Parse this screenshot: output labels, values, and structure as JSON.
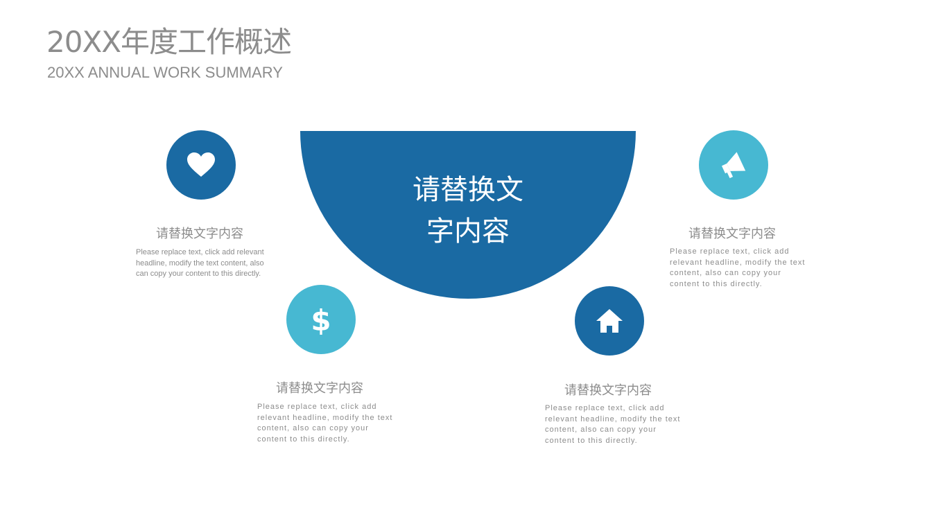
{
  "header": {
    "title": "20XX年度工作概述",
    "subtitle": "20XX ANNUAL WORK SUMMARY"
  },
  "center": {
    "line1": "请替换文",
    "line2": "字内容"
  },
  "items": [
    {
      "icon": "heart-icon",
      "title": "请替换文字内容",
      "body": "Please replace text, click add relevant headline, modify the text content, also can copy your content to this directly."
    },
    {
      "icon": "dollar-icon",
      "title": "请替换文字内容",
      "body": "Please replace text, click add relevant headline, modify the text content, also can copy your content to this directly."
    },
    {
      "icon": "home-icon",
      "title": "请替换文字内容",
      "body": "Please replace text, click add relevant headline, modify the text content, also can copy your content to this directly."
    },
    {
      "icon": "megaphone-icon",
      "title": "请替换文字内容",
      "body": "Please replace text, click add relevant headline, modify the text content, also can copy your content to this directly."
    }
  ],
  "colors": {
    "dark_blue": "#1a6aa3",
    "light_blue": "#47b8d2",
    "text_gray": "#8c8c8c"
  }
}
